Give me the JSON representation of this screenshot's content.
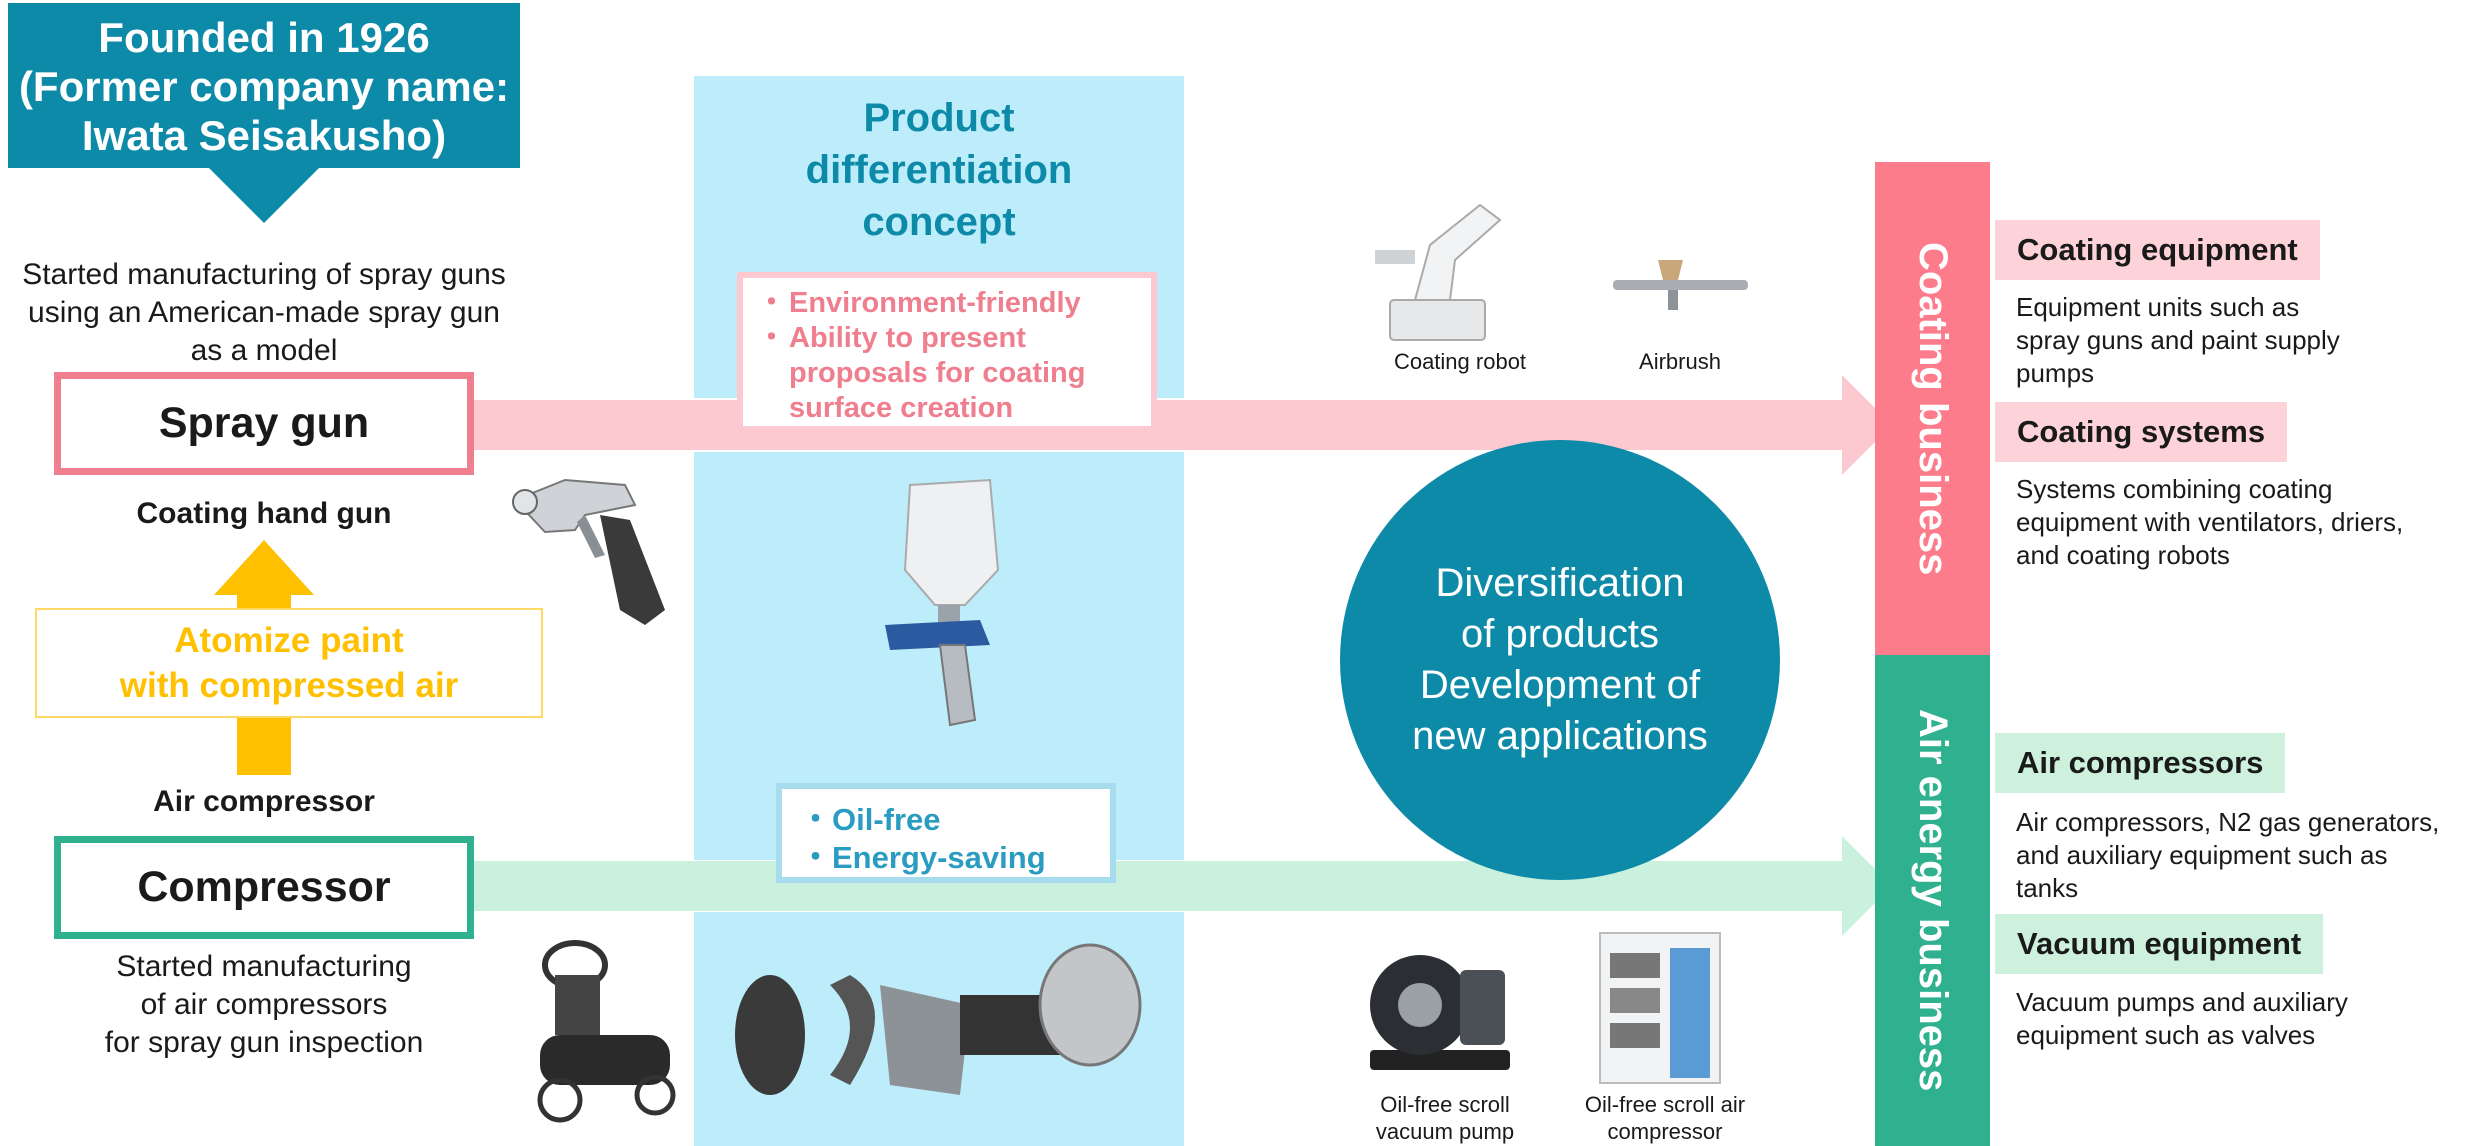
{
  "founded": "Founded in 1926\n(Former company name:\nIwata Seisakusho)",
  "spray_history": "Started manufacturing of spray guns\nusing an American-made spray gun\nas a model",
  "spray_gun_box": "Spray gun",
  "coating_hand_gun": "Coating hand gun",
  "atomize": "Atomize paint\nwith compressed air",
  "air_compressor_label": "Air compressor",
  "compressor_box": "Compressor",
  "compressor_history": "Started manufacturing\nof air compressors\nfor spray gun inspection",
  "concept_title": "Product\ndifferentiation\nconcept",
  "pink_concepts": [
    "Environment-friendly",
    "Ability to present proposals for coating surface creation"
  ],
  "blue_concepts": [
    "Oil-free",
    "Energy-saving"
  ],
  "bullet": "・",
  "circle_text": "Diversification\nof products\nDevelopment of\nnew applications",
  "captions": {
    "coating_robot": "Coating robot",
    "airbrush": "Airbrush",
    "vacuum_pump": "Oil-free scroll\nvacuum pump",
    "scroll_compressor": "Oil-free scroll air\ncompressor"
  },
  "coating_business": "Coating business",
  "air_energy_business": "Air energy business",
  "categories": [
    {
      "label": "Coating equipment",
      "desc": "Equipment units such as\nspray guns and paint supply\npumps"
    },
    {
      "label": "Coating systems",
      "desc": "Systems combining coating\nequipment with ventilators, driers,\nand coating robots"
    },
    {
      "label": "Air compressors",
      "desc": "Air compressors, N2 gas generators,\nand auxiliary equipment such as\ntanks"
    },
    {
      "label": "Vacuum equipment",
      "desc": "Vacuum pumps and auxiliary\nequipment such as valves"
    }
  ],
  "colors": {
    "teal": "#0d8aa8",
    "pink": "#fd7c8c",
    "green": "#2fb08f",
    "amber": "#ffc000",
    "light_blue": "#bdedfa"
  },
  "icons": [
    "coating-robot-icon",
    "airbrush-icon",
    "coating-hand-gun-icon",
    "gravity-spray-gun-icon",
    "vintage-compressor-icon",
    "scroll-compressor-parts-icon",
    "vacuum-pump-icon",
    "scroll-air-compressor-icon"
  ]
}
